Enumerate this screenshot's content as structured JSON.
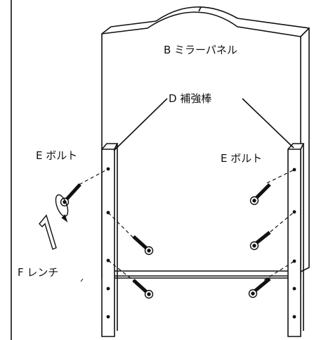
{
  "labels": {
    "mirror_panel": "B ミラーパネル",
    "reinforcement_bar": "D 補強棒",
    "bolt_left": "E ボルト",
    "bolt_right": "E ボルト",
    "wrench": "F レンチ"
  }
}
